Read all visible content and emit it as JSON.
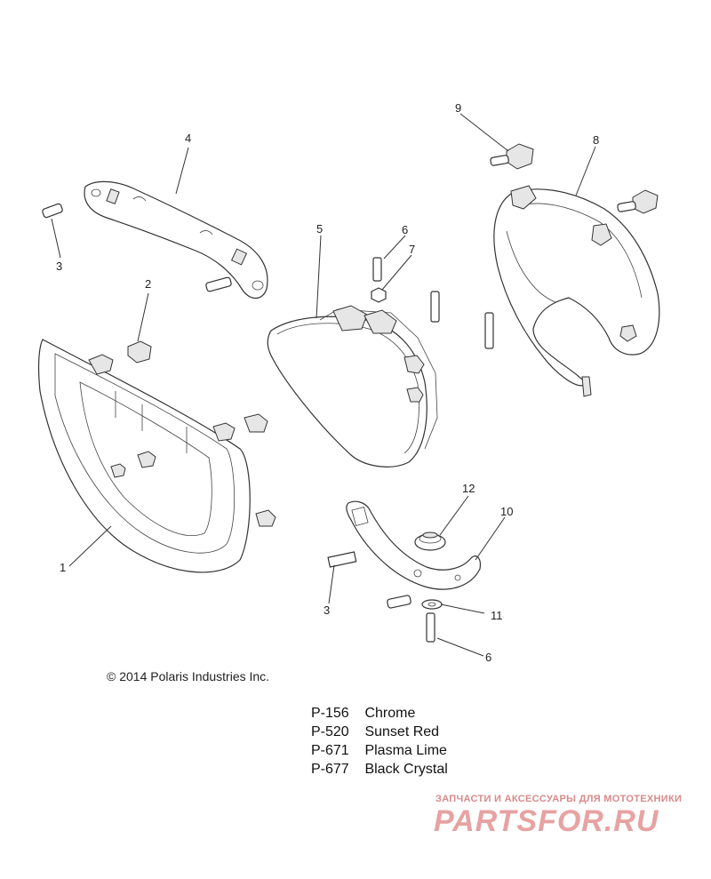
{
  "callouts": [
    {
      "id": "c1",
      "label": "1"
    },
    {
      "id": "c2",
      "label": "2"
    },
    {
      "id": "c3a",
      "label": "3"
    },
    {
      "id": "c3b",
      "label": "3"
    },
    {
      "id": "c4",
      "label": "4"
    },
    {
      "id": "c5",
      "label": "5"
    },
    {
      "id": "c6a",
      "label": "6"
    },
    {
      "id": "c6b",
      "label": "6"
    },
    {
      "id": "c7",
      "label": "7"
    },
    {
      "id": "c8",
      "label": "8"
    },
    {
      "id": "c9",
      "label": "9"
    },
    {
      "id": "c10",
      "label": "10"
    },
    {
      "id": "c11",
      "label": "11"
    },
    {
      "id": "c12",
      "label": "12"
    }
  ],
  "copyright": "© 2014 Polaris Industries Inc.",
  "legend": [
    {
      "code": "P-156",
      "name": "Chrome"
    },
    {
      "code": "P-520",
      "name": "Sunset Red"
    },
    {
      "code": "P-671",
      "name": "Plasma Lime"
    },
    {
      "code": "P-677",
      "name": "Black Crystal"
    }
  ],
  "watermark": {
    "tagline": "ЗАПЧАСТИ И АКСЕССУАРЫ ДЛЯ МОТОТЕХНИКИ",
    "logo": "PARTSFOR.RU",
    "color": "#e7a2a2"
  }
}
